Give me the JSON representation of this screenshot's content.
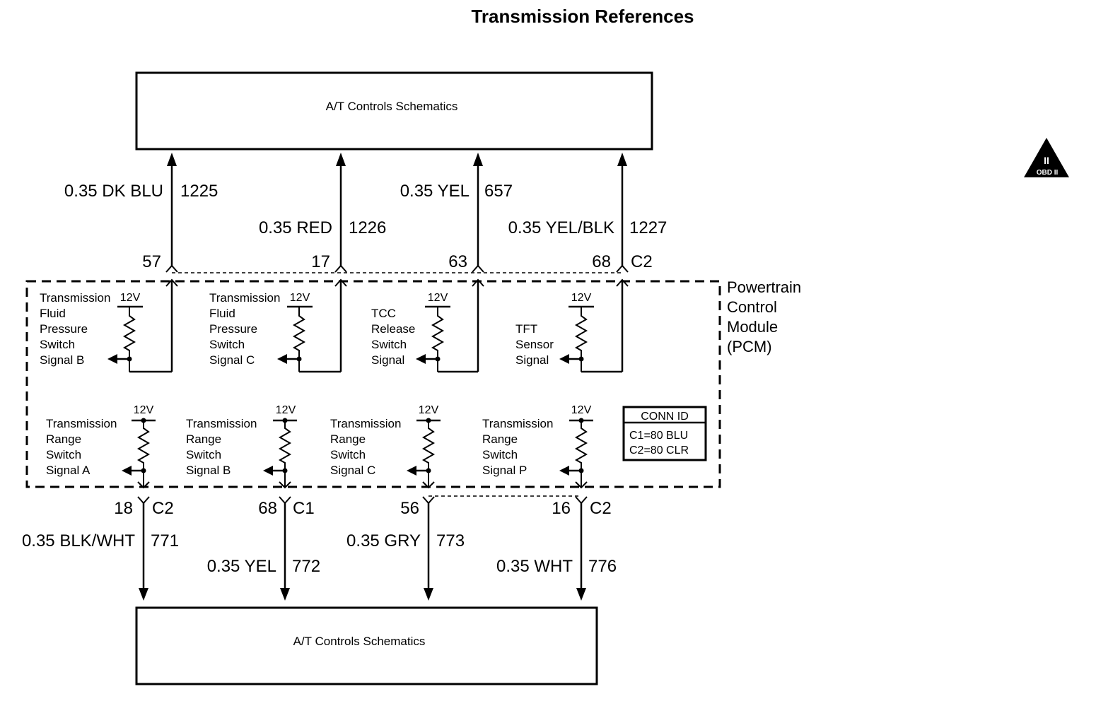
{
  "title": "Transmission References",
  "top_box": {
    "label": "A/T Controls Schematics"
  },
  "bottom_box": {
    "label": "A/T Controls Schematics"
  },
  "module": {
    "label_lines": [
      "Powertrain",
      "Control",
      "Module",
      "(PCM)"
    ]
  },
  "conn_id": {
    "header": "CONN ID",
    "lines": [
      "C1=80 BLU",
      "C2=80 CLR"
    ]
  },
  "obd_badge": {
    "numeral": "II",
    "text": "OBD II"
  },
  "top_wires": [
    {
      "circuit": "0.35 DK BLU",
      "number": "1225",
      "pin": "57",
      "connector": ""
    },
    {
      "circuit": "0.35 RED",
      "number": "1226",
      "pin": "17",
      "connector": ""
    },
    {
      "circuit": "0.35 YEL",
      "number": "657",
      "pin": "63",
      "connector": ""
    },
    {
      "circuit": "0.35 YEL/BLK",
      "number": "1227",
      "pin": "68",
      "connector": "C2"
    }
  ],
  "bottom_wires": [
    {
      "circuit": "0.35 BLK/WHT",
      "number": "771",
      "pin": "18",
      "connector": "C2"
    },
    {
      "circuit": "0.35 YEL",
      "number": "772",
      "pin": "68",
      "connector": "C1"
    },
    {
      "circuit": "0.35 GRY",
      "number": "773",
      "pin": "56",
      "connector": ""
    },
    {
      "circuit": "0.35 WHT",
      "number": "776",
      "pin": "16",
      "connector": "C2"
    }
  ],
  "top_components": [
    {
      "lines": [
        "Transmission",
        "Fluid",
        "Pressure",
        "Switch",
        "Signal B"
      ],
      "voltage": "12V"
    },
    {
      "lines": [
        "Transmission",
        "Fluid",
        "Pressure",
        "Switch",
        "Signal C"
      ],
      "voltage": "12V"
    },
    {
      "lines": [
        "TCC",
        "Release",
        "Switch",
        "Signal"
      ],
      "voltage": "12V"
    },
    {
      "lines": [
        "TFT",
        "Sensor",
        "Signal"
      ],
      "voltage": "12V"
    }
  ],
  "bottom_components": [
    {
      "lines": [
        "Transmission",
        "Range",
        "Switch",
        "Signal A"
      ],
      "voltage": "12V"
    },
    {
      "lines": [
        "Transmission",
        "Range",
        "Switch",
        "Signal B"
      ],
      "voltage": "12V"
    },
    {
      "lines": [
        "Transmission",
        "Range",
        "Switch",
        "Signal C"
      ],
      "voltage": "12V"
    },
    {
      "lines": [
        "Transmission",
        "Range",
        "Switch",
        "Signal P"
      ],
      "voltage": "12V"
    }
  ]
}
